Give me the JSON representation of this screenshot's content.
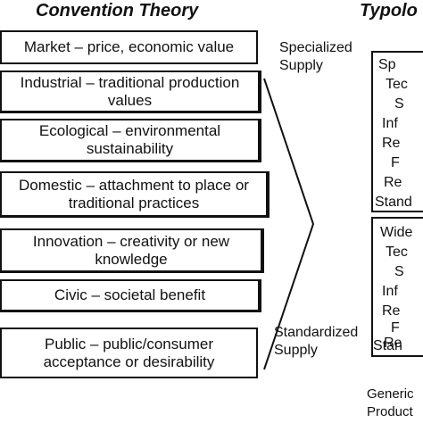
{
  "left_column": {
    "title": "Convention Theory",
    "boxes": [
      {
        "line1": "Market – price, economic value",
        "line2": ""
      },
      {
        "line1": "Industrial – traditional production",
        "line2": "values"
      },
      {
        "line1": "Ecological – environmental",
        "line2": "sustainability"
      },
      {
        "line1": "Domestic – attachment to place or",
        "line2": "traditional practices"
      },
      {
        "line1": "Innovation – creativity or new",
        "line2": "knowledge"
      },
      {
        "line1": "Civic – societal benefit",
        "line2": ""
      },
      {
        "line1": "Public – public/consumer",
        "line2": "acceptance or desirability"
      }
    ]
  },
  "middle": {
    "top_label_line1": "Specialized",
    "top_label_line2": "Supply",
    "bottom_label_line1": "Standardized",
    "bottom_label_line2": "Supply"
  },
  "right_column": {
    "title": "Typolo",
    "top_box_items": [
      "Sp",
      "Tec",
      "S",
      "Inf",
      "Re",
      "F",
      "Re",
      "Stand"
    ],
    "bottom_box_items": [
      "Wide",
      "Tec",
      "S",
      "Inf",
      "Re",
      "F",
      "Re",
      "Stan"
    ],
    "bottom_label_line1": "Generic",
    "bottom_label_line2": "Product"
  }
}
